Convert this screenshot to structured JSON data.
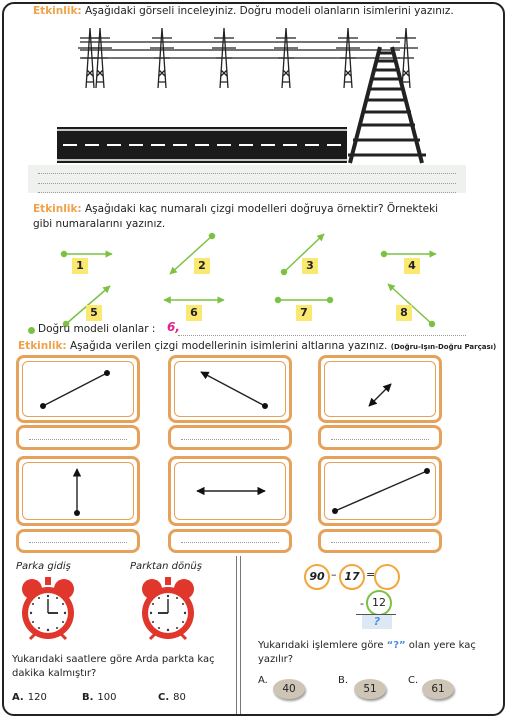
{
  "section1": {
    "label": "Etkinlik:",
    "instruction": "Aşağıdaki görseli inceleyiniz. Doğru modeli olanların isimlerini yazınız."
  },
  "section2": {
    "label": "Etkinlik:",
    "instruction_line1": "Aşağıdaki kaç numaralı çizgi modelleri doğruya örnektir? Örnekteki",
    "instruction_line2": "gibi numaralarını yazınız.",
    "numbers": [
      "1",
      "2",
      "3",
      "4",
      "5",
      "6",
      "7",
      "8"
    ],
    "answer_label": "Doğru modeli olanlar :",
    "answer_value": "6,"
  },
  "section3": {
    "label": "Etkinlik:",
    "instruction": "Aşağıda verilen çizgi modellerinin isimlerini altlarına yazınız.",
    "hint": "(Doğru-Işın-Doğru Parçası)"
  },
  "clock_problem": {
    "label_left": "Parka gidiş",
    "label_right": "Parktan dönüş",
    "question_line1": "Yukarıdaki saatlere göre Arda parkta kaç",
    "question_line2": "dakika kalmıştır?",
    "options": [
      {
        "letter": "A.",
        "value": "120"
      },
      {
        "letter": "B.",
        "value": "100"
      },
      {
        "letter": "C.",
        "value": "80"
      }
    ]
  },
  "math_problem": {
    "num1": "90",
    "op1": "–",
    "num2": "17",
    "eq": "=",
    "minus": "-",
    "num3": "12",
    "question_mark": "?",
    "question_prefix": "Yukarıdaki işlemlere göre ",
    "question_highlight": "“?”",
    "question_suffix": " olan yere kaç",
    "question_line2": "yazılır?",
    "options": [
      {
        "letter": "A.",
        "value": "40"
      },
      {
        "letter": "B.",
        "value": "51"
      },
      {
        "letter": "C.",
        "value": "61"
      }
    ]
  },
  "colors": {
    "accent_orange": "#f0a24a",
    "number_yellow": "#fbe870",
    "line_green": "#7cc242",
    "answer_magenta": "#e0218a",
    "question_blue": "#4a90e2"
  }
}
